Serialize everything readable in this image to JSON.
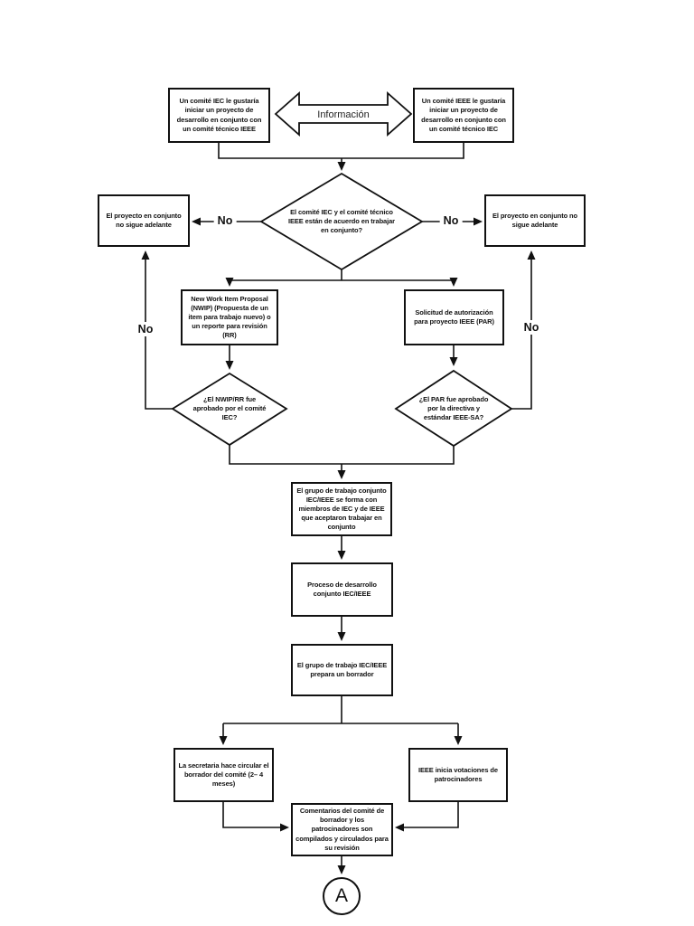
{
  "page": {
    "background_color": "#ffffff",
    "line_color": "#111111"
  },
  "flowchart": {
    "labels": {
      "informacion": "Información",
      "no": "No",
      "connector_a": "A"
    },
    "nodes": {
      "iec_start": "Un comité IEC le gustaría iniciar un proyecto de desarrollo en conjunto con un comité técnico IEEE",
      "ieee_start": "Un comité IEEE le gustaría iniciar un proyecto de desarrollo en conjunto con un comité técnico IEC",
      "agree_decision": "El comité IEC y el comité técnico IEEE están de acuerdo en trabajar en conjunto?",
      "no_go_left": "El proyecto en conjunto no sigue adelante",
      "no_go_right": "El proyecto en conjunto no sigue adelante",
      "nwip": "New Work Item Proposal (NWIP) (Propuesta de un item para trabajo nuevo) o un reporte para revisión (RR)",
      "par": "Solicitud de autorización para proyecto IEEE (PAR)",
      "nwip_approved_decision": "¿El NWIP/RR fue aprobado por el comité IEC?",
      "par_approved_decision": "¿El PAR fue aprobado por la directiva y estándar IEEE-SA?",
      "joint_working_group": "El grupo de trabajo conjunto IEC/IEEE se forma con miembros de IEC y de IEEE que aceptaron trabajar en conjunto",
      "joint_process": "Proceso de desarrollo conjunto IEC/IEEE",
      "draft": "El grupo de trabajo IEC/IEEE prepara un borrador",
      "secretary_circulates": "La secretaria hace circular el borrador del comité (2– 4 meses)",
      "ieee_ballot": "IEEE inicia votaciones de patrocinadores",
      "comments_compiled": "Comentarios del comité de borrador y los patrocinadores son compilados y circulados para su revisión"
    }
  }
}
